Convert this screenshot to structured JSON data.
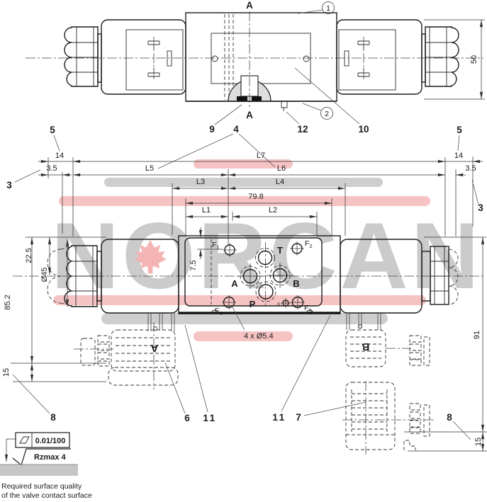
{
  "watermark": {
    "text": "NORCAN"
  },
  "top_view": {
    "section_top": "A",
    "section_bottom": "A",
    "balloon_1": "1",
    "balloon_2": "2",
    "callout_9": "9",
    "callout_4": "4",
    "callout_12": "12",
    "callout_10": "10",
    "callout_5_left": "5",
    "callout_5_right": "5"
  },
  "dims": {
    "d50": "50",
    "d14_left": "14",
    "d35_left": "3.5",
    "d14_right": "14",
    "d35_right": "3.5",
    "L7": "L7",
    "L5": "L5",
    "L6": "L6",
    "L3": "L3",
    "L4": "L4",
    "d79_8": "79.8",
    "L1": "L1",
    "L2": "L2",
    "d7_5": "7.5",
    "d22_5": "22.5",
    "dia45": "Ø45",
    "d85_2": "85.2",
    "d15_left": "15",
    "d91": "91",
    "d15_right": "15",
    "holes_note": "4 x Ø5.4",
    "callout_3_left": "3",
    "callout_3_right": "3"
  },
  "ports": {
    "T": "T",
    "A": "A",
    "B": "B",
    "P": "P",
    "G": "G",
    "F1": {
      "base": "F",
      "sub": "1"
    },
    "F2": {
      "base": "F",
      "sub": "2"
    },
    "F3": {
      "base": "F",
      "sub": "3"
    },
    "F4": {
      "base": "F",
      "sub": "4"
    }
  },
  "bottom": {
    "callout_8_left": "8",
    "callout_6": "6",
    "callout_11_left": "11",
    "callout_11_right": "11",
    "callout_7": "7",
    "callout_8_right": "8",
    "connector_a": "A",
    "connector_b": "B"
  },
  "surface": {
    "flatness": "0.01/100",
    "roughness": "Rzmax 4",
    "note_line1": "Required surface quality",
    "note_line2": "of the valve contact surface"
  }
}
